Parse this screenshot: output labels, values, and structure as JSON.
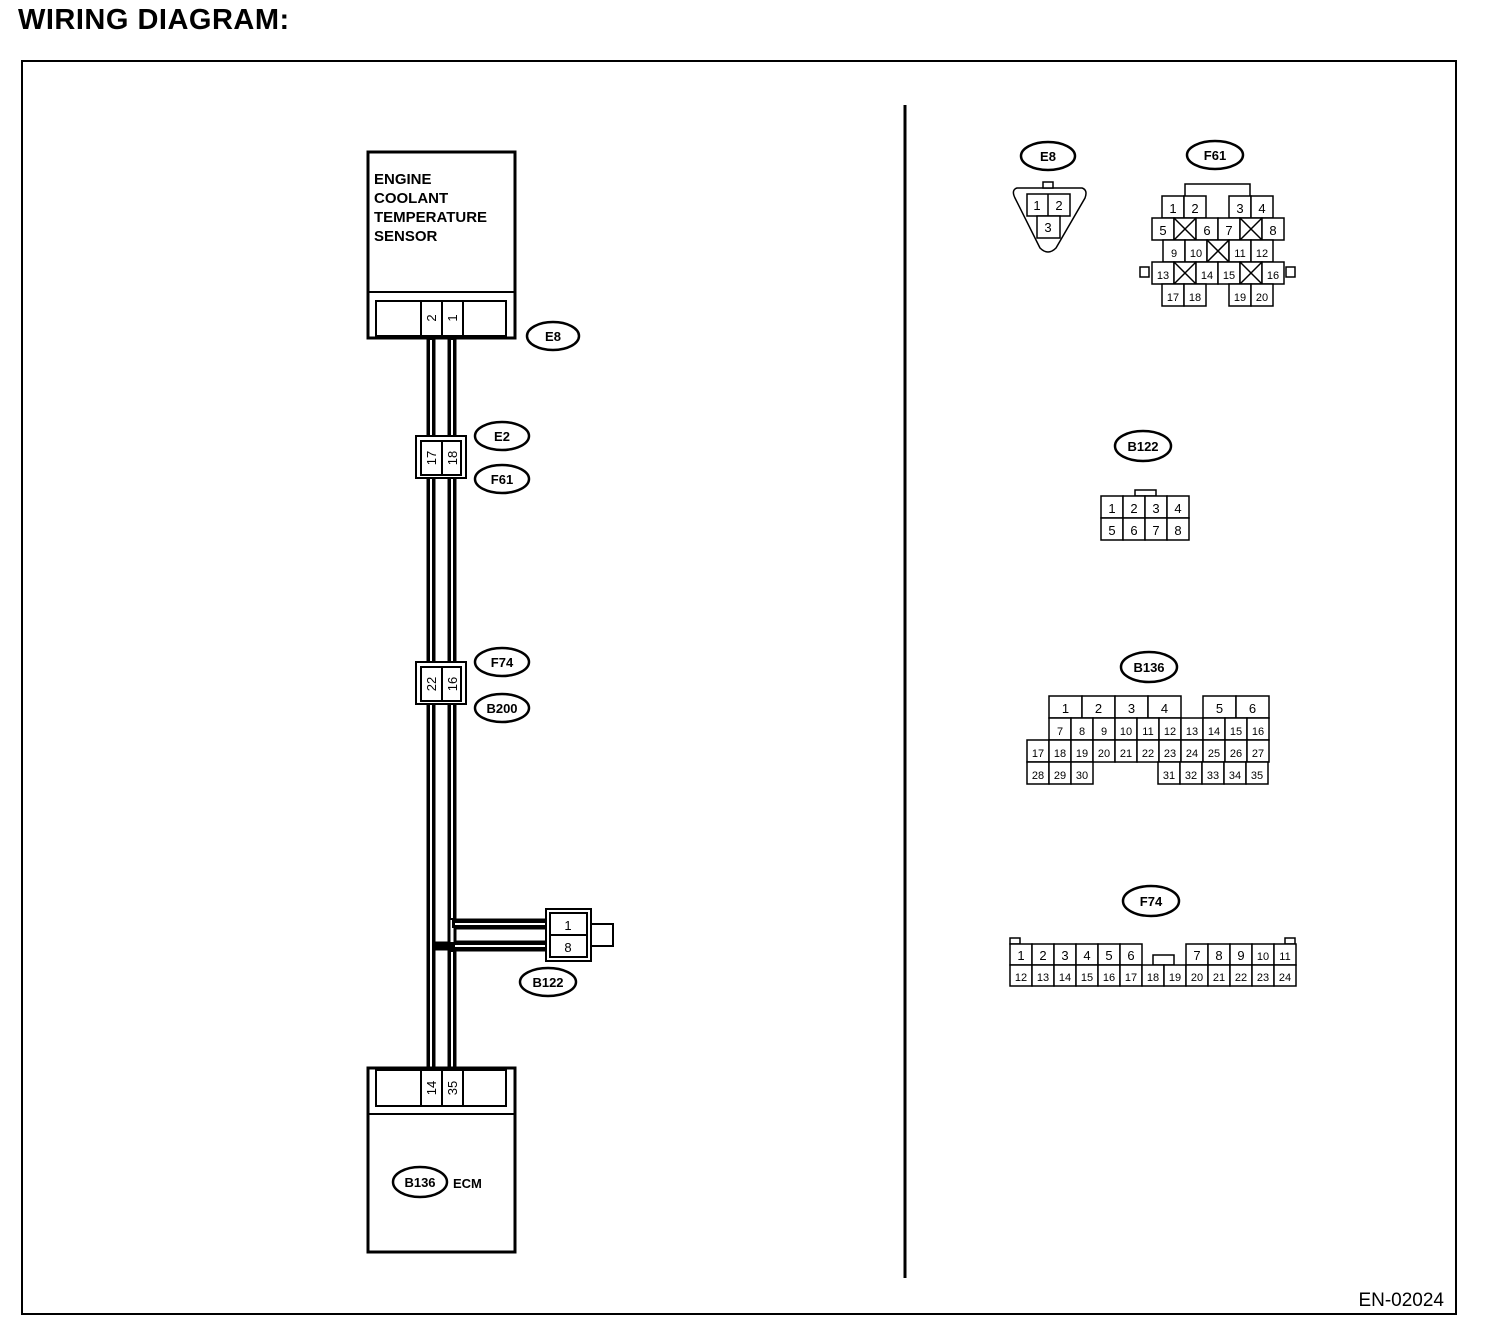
{
  "title": "WIRING DIAGRAM:",
  "reference": "EN-02024",
  "sensor": {
    "name_lines": [
      "ENGINE",
      "COOLANT",
      "TEMPERATURE",
      "SENSOR"
    ],
    "connector": "E8",
    "pins": [
      "2",
      "1"
    ]
  },
  "joint_connector_1": {
    "top_tag": "E2",
    "bottom_tag": "F61",
    "pins": [
      "17",
      "18"
    ]
  },
  "joint_connector_2": {
    "top_tag": "F74",
    "bottom_tag": "B200",
    "pins": [
      "22",
      "16"
    ]
  },
  "b122_connector": {
    "tag": "B122",
    "pins": [
      "1",
      "8"
    ]
  },
  "ecm": {
    "tag": "B136",
    "label": "ECM",
    "pins": [
      "14",
      "35"
    ]
  },
  "connector_views": {
    "e8": {
      "tag": "E8",
      "pins": [
        "1",
        "2",
        "3"
      ]
    },
    "f61": {
      "tag": "F61",
      "rows": [
        [
          "1",
          "2",
          "3",
          "4"
        ],
        [
          "5",
          "6",
          "7",
          "8"
        ],
        [
          "9",
          "10",
          "11",
          "12"
        ],
        [
          "13",
          "14",
          "15",
          "16"
        ],
        [
          "17",
          "18",
          "19",
          "20"
        ]
      ]
    },
    "b122": {
      "tag": "B122",
      "rows": [
        [
          "1",
          "2",
          "3",
          "4"
        ],
        [
          "5",
          "6",
          "7",
          "8"
        ]
      ]
    },
    "b136": {
      "tag": "B136",
      "rows": [
        [
          "1",
          "2",
          "3",
          "4",
          "5",
          "6"
        ],
        [
          "7",
          "8",
          "9",
          "10",
          "11",
          "12",
          "13",
          "14",
          "15",
          "16"
        ],
        [
          "17",
          "18",
          "19",
          "20",
          "21",
          "22",
          "23",
          "24",
          "25",
          "26",
          "27"
        ],
        [
          "28",
          "29",
          "30",
          "31",
          "32",
          "33",
          "34",
          "35"
        ]
      ]
    },
    "f74": {
      "tag": "F74",
      "rows": [
        [
          "1",
          "2",
          "3",
          "4",
          "5",
          "6",
          "7",
          "8",
          "9",
          "10",
          "11"
        ],
        [
          "12",
          "13",
          "14",
          "15",
          "16",
          "17",
          "18",
          "19",
          "20",
          "21",
          "22",
          "23",
          "24"
        ]
      ]
    }
  }
}
